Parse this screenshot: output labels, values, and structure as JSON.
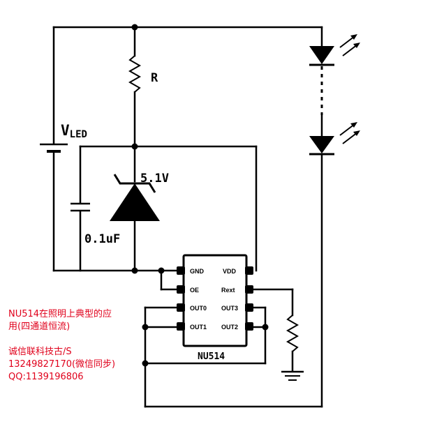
{
  "circuit": {
    "supply_label_main": "V",
    "supply_label_sub": "LED",
    "resistor_label": "R",
    "zener_label": "5.1V",
    "capacitor_label": "0.1uF",
    "ic": {
      "name": "NU514",
      "pins_left": [
        "GND",
        "OE",
        "OUT0",
        "OUT1"
      ],
      "pins_right": [
        "VDD",
        "Rext",
        "OUT3",
        "OUT2"
      ]
    }
  },
  "note": {
    "lines": [
      "NU514在照明上典型的应",
      "用(四通道恒流)",
      "",
      "诚信联科技古/S",
      "13249827170(微信同步)",
      "QQ:1139196806"
    ],
    "color": "#e0001b"
  }
}
